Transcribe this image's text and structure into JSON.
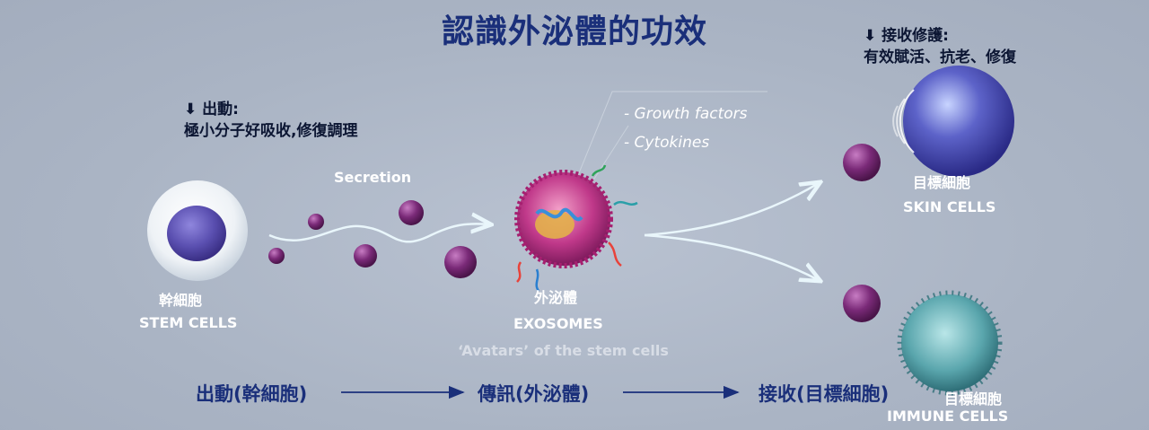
{
  "title": "認識外泌體的功效",
  "release_note": {
    "heading": "⬇ 出動:",
    "text": "極小分子好吸收,修復調理"
  },
  "receive_note": {
    "heading": "⬇ 接收修護:",
    "text": "有效賦活、抗老、修復"
  },
  "secretion_label": "Secretion",
  "factors": [
    "- Growth factors",
    "- Cytokines"
  ],
  "stem_cells": {
    "zh": "幹細胞",
    "en": "STEM CELLS"
  },
  "exosomes": {
    "zh": "外泌體",
    "en": "EXOSOMES",
    "caption": "‘Avatars’ of the stem cells"
  },
  "skin_cells": {
    "zh": "目標細胞",
    "en": "SKIN CELLS"
  },
  "immune_cells": {
    "zh": "目標細胞",
    "en": "IMMUNE CELLS"
  },
  "flow": {
    "step1": "出動(幹細胞)",
    "step2": "傳訊(外泌體)",
    "step3": "接收(目標細胞)"
  },
  "colors": {
    "title": "#1a2f7a",
    "background": "#aab4c4",
    "vesicle": "#7a2a78",
    "stem_nucleus": "#5a4fb0",
    "immune_cell": "#5aa6ad"
  }
}
